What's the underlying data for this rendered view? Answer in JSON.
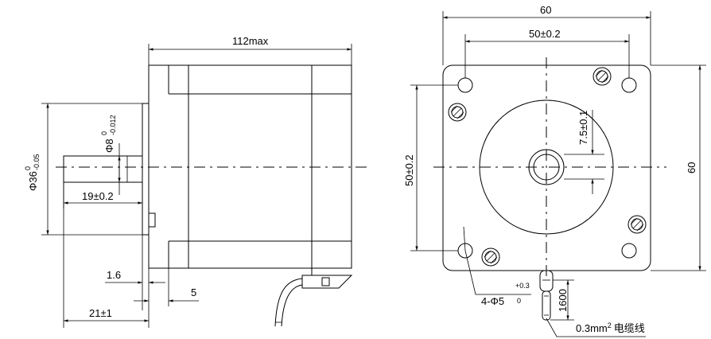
{
  "drawing": {
    "side_view": {
      "length_label": "112max",
      "flange_dia_label": "Φ36",
      "flange_dia_tol_upper": "0",
      "flange_dia_tol_lower": "-0.05",
      "shaft_dia_label": "Φ8",
      "shaft_dia_tol_upper": "0",
      "shaft_dia_tol_lower": "-0.012",
      "shaft_length_label": "19±0.2",
      "flange_thickness_label": "1.6",
      "boss_length_label": "21±1",
      "plate_gap_label": "5"
    },
    "front_view": {
      "width_label": "60",
      "hole_spacing_h_label": "50±0.2",
      "hole_spacing_v_label": "50±0.2",
      "height_label": "60",
      "flat_label": "7.5±0.1",
      "holes_label": "4-Φ5",
      "holes_tol_upper": "+0.3",
      "holes_tol_lower": "0",
      "cable_length_label": "1600",
      "cable_spec_label": "0.3mm",
      "cable_spec_sup": "2",
      "cable_spec_cn": "电缆线"
    }
  }
}
